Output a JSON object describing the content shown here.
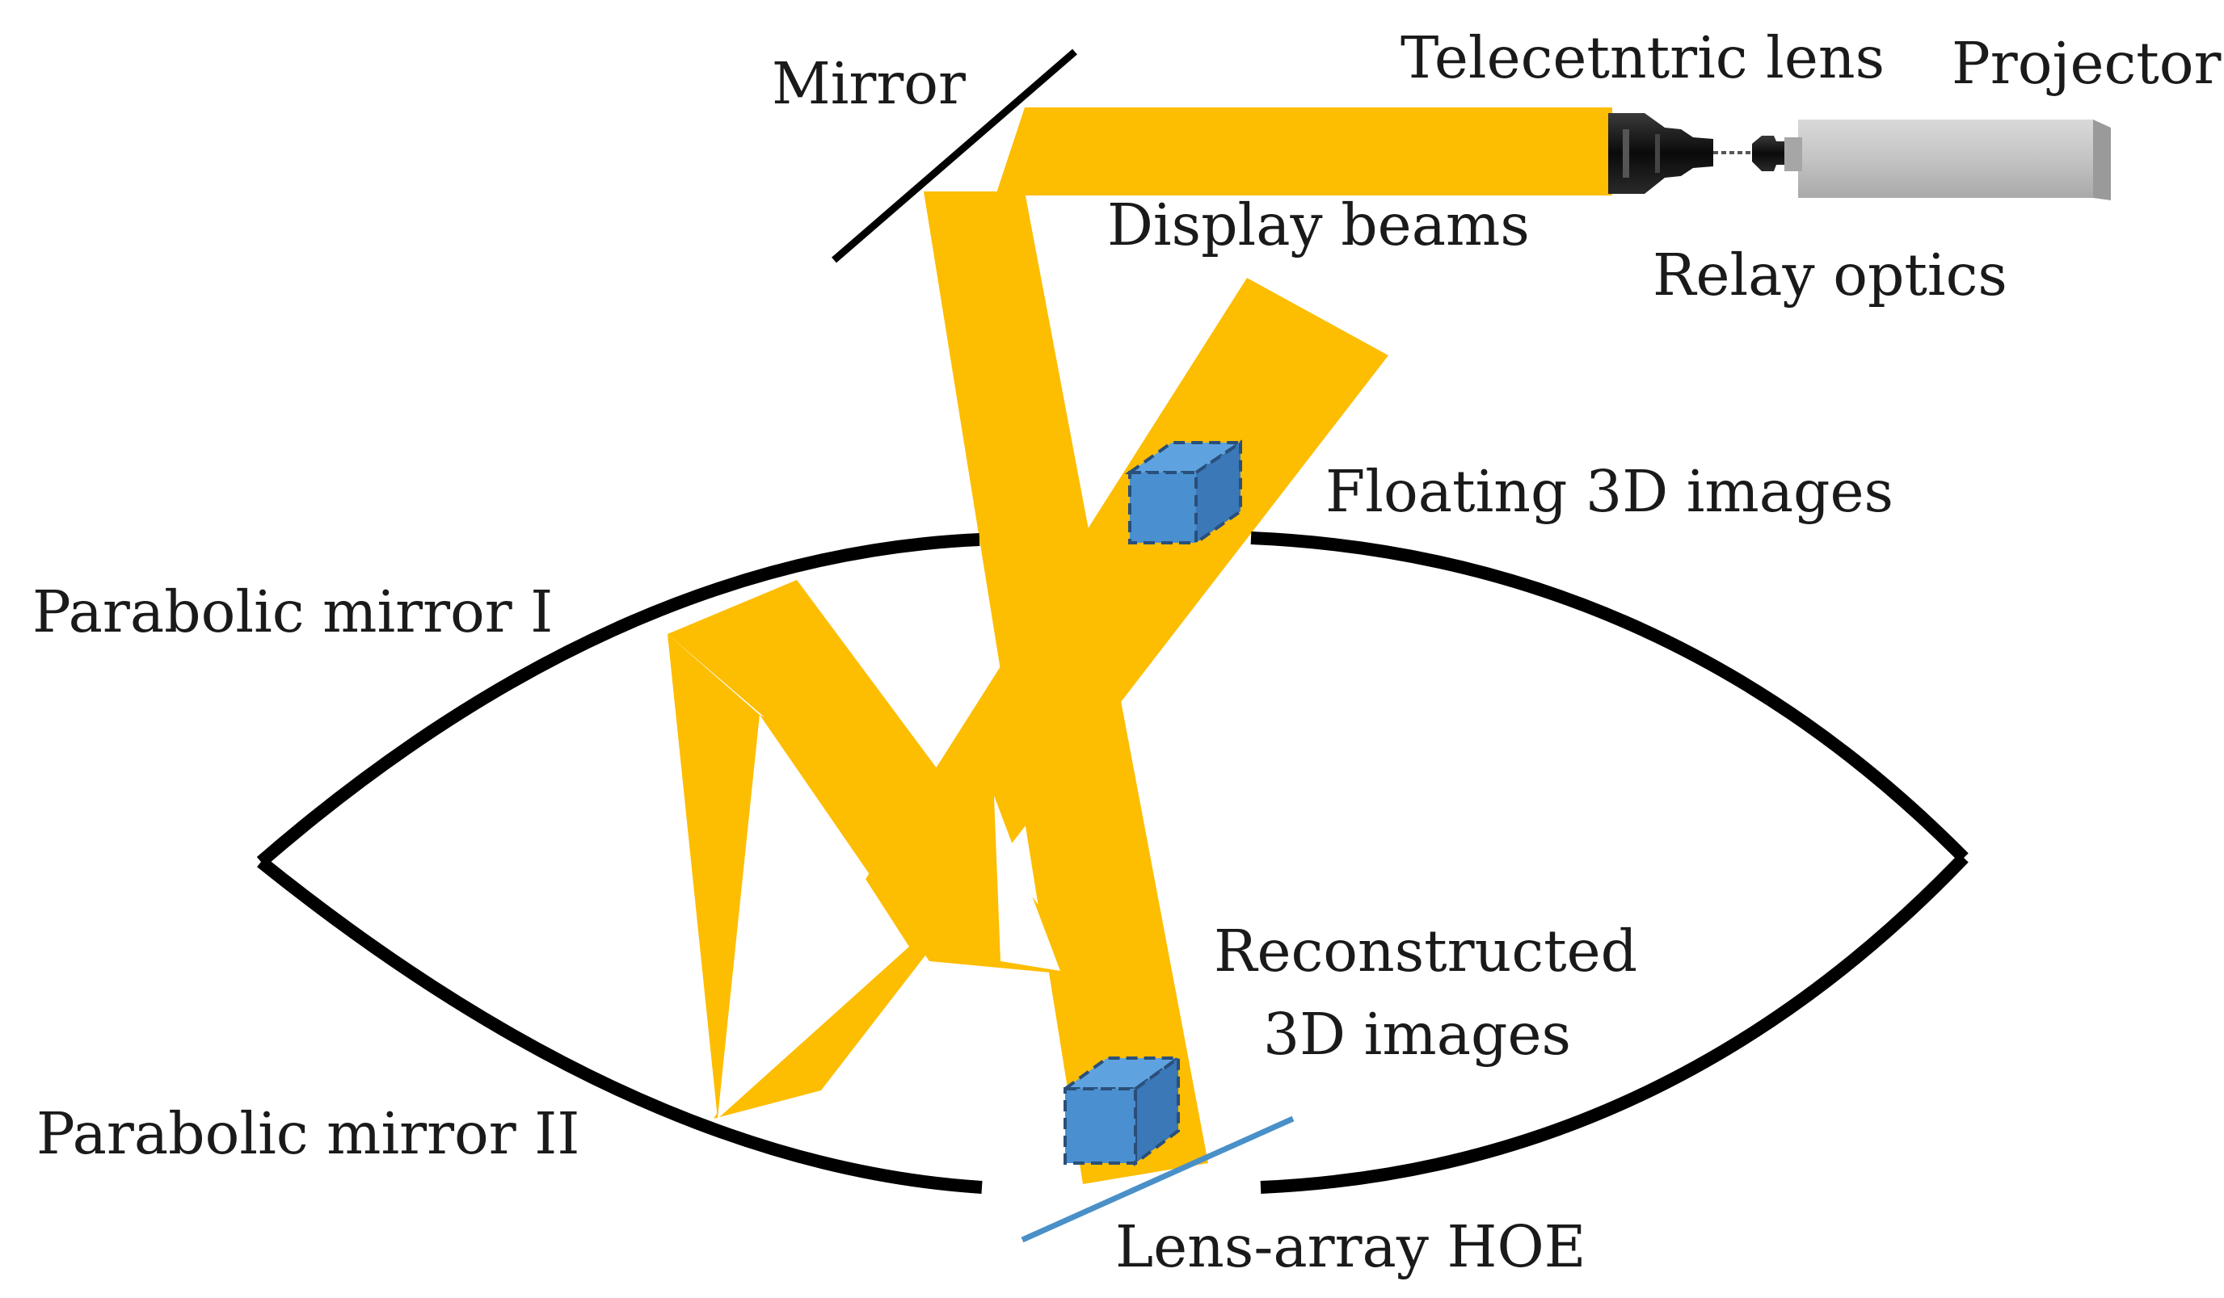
{
  "labels": {
    "mirror": "Mirror",
    "telecentric_lens": "Telecetntric lens",
    "projector": "Projector",
    "display_beams": "Display beams",
    "relay_optics": "Relay optics",
    "floating_images": "Floating 3D images",
    "parabolic_mirror_1": "Parabolic mirror I",
    "parabolic_mirror_2": "Parabolic mirror II",
    "reconstructed_line1": "Reconstructed",
    "reconstructed_line2": "3D images",
    "hoe": "Lens-array HOE"
  },
  "colors": {
    "beam": "#FDBD00",
    "mirror_line": "#000000",
    "hoe_line": "#4A90C8",
    "cube_fill": "#4A8FD0",
    "cube_dark": "#3A78B8",
    "cube_top": "#5FA2E0",
    "projector_body": "#BDBDBD",
    "lens_body": "#111111"
  }
}
